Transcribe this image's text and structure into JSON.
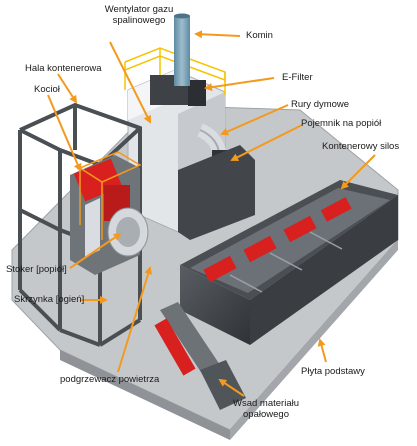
{
  "labels": {
    "komin": "Komin",
    "wentylator_gazu_spalinowego": "Wentylator gazu spalinowego",
    "hala_kontenerowa": "Hala kontenerowa",
    "kociol": "Kocioł",
    "e_filter": "E-Filter",
    "rury_dymowe": "Rury dymowe",
    "pojemnik_na_popiol": "Pojemnik na popiół",
    "kontenerowy_silos": "Kontenerowy silos",
    "stoker_popiol": "Stoker [popiół]",
    "skrzynka_ogien": "Skrzynka [ogień]",
    "podgrzewacz_powietrza": "podgrzewacz powietrza",
    "plyta_podstawy": "Płyta podstawy",
    "wsad_materialu_opalowego": "Wsad materiału opałowego"
  },
  "colors": {
    "arrow": "#f39a1e",
    "steel": "#8e949b",
    "dark_steel": "#3e4247",
    "red_components": "#d8201f",
    "white_housing": "#e9ecef",
    "concrete": "#b9bcbf",
    "chimney": "#7b9fb4",
    "railing": "#f5c400"
  }
}
